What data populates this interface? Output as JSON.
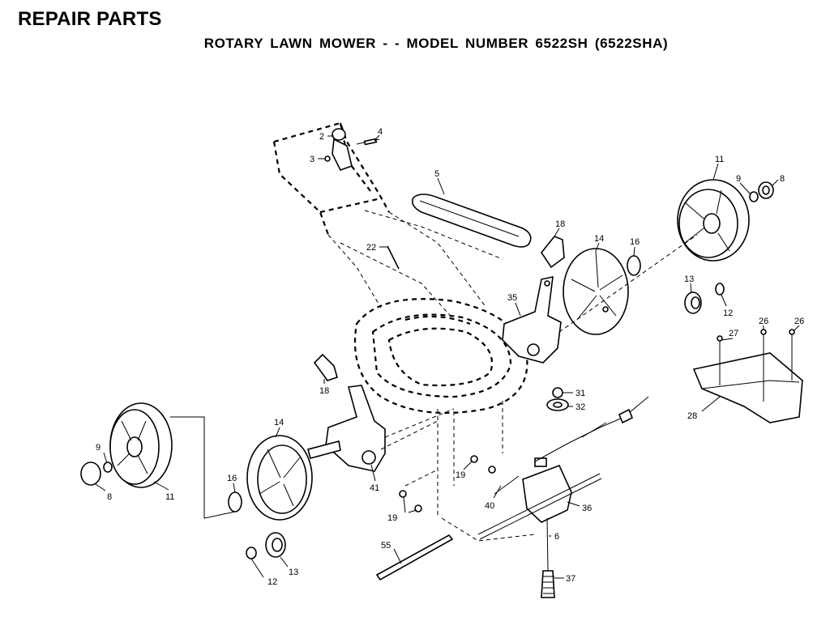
{
  "header": {
    "title": "REPAIR PARTS",
    "subtitle": "ROTARY LAWN MOWER - - MODEL NUMBER 6522SH (6522SHA)"
  },
  "callouts": [
    {
      "id": "c-2",
      "text": "2"
    },
    {
      "id": "c-3",
      "text": "3"
    },
    {
      "id": "c-4",
      "text": "4"
    },
    {
      "id": "c-5",
      "text": "5"
    },
    {
      "id": "c-18a",
      "text": "18"
    },
    {
      "id": "c-22",
      "text": "22"
    },
    {
      "id": "c-14a",
      "text": "14"
    },
    {
      "id": "c-16a",
      "text": "16"
    },
    {
      "id": "c-11a",
      "text": "11"
    },
    {
      "id": "c-9a",
      "text": "9"
    },
    {
      "id": "c-8a",
      "text": "8"
    },
    {
      "id": "c-13a",
      "text": "13"
    },
    {
      "id": "c-12a",
      "text": "12"
    },
    {
      "id": "c-35",
      "text": "35"
    },
    {
      "id": "c-27",
      "text": "27"
    },
    {
      "id": "c-26a",
      "text": "26"
    },
    {
      "id": "c-26b",
      "text": "26"
    },
    {
      "id": "c-28",
      "text": "28"
    },
    {
      "id": "c-31",
      "text": "31"
    },
    {
      "id": "c-32",
      "text": "32"
    },
    {
      "id": "c-18b",
      "text": "18"
    },
    {
      "id": "c-14b",
      "text": "14"
    },
    {
      "id": "c-41",
      "text": "41"
    },
    {
      "id": "c-9b",
      "text": "9"
    },
    {
      "id": "c-8b",
      "text": "8"
    },
    {
      "id": "c-11b",
      "text": "11"
    },
    {
      "id": "c-16b",
      "text": "16"
    },
    {
      "id": "c-13b",
      "text": "13"
    },
    {
      "id": "c-12b",
      "text": "12"
    },
    {
      "id": "c-19a",
      "text": "19"
    },
    {
      "id": "c-19b",
      "text": "19"
    },
    {
      "id": "c-40",
      "text": "40"
    },
    {
      "id": "c-36",
      "text": "36"
    },
    {
      "id": "c-6",
      "text": "6"
    },
    {
      "id": "c-55",
      "text": "55"
    },
    {
      "id": "c-37",
      "text": "37"
    }
  ]
}
